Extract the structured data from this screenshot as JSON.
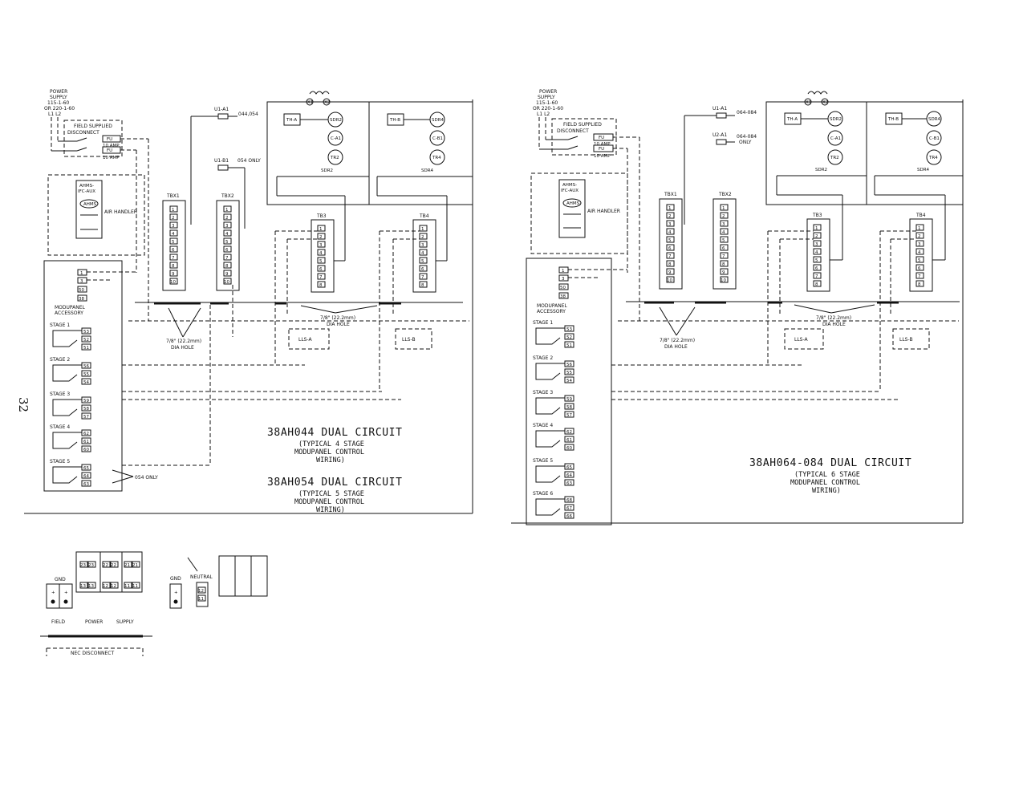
{
  "page_number": "32",
  "left": {
    "power_supply": [
      "POWER",
      "SUPPLY",
      "115-1-60",
      "OR 220-1-60",
      "L1  L2"
    ],
    "field_disconnect": [
      "FIELD SUPPLIED",
      "DISCONNECT"
    ],
    "fuse": "FU",
    "fuse_rating_1": "10 AMP",
    "fuse_rating_2": "10 AMP",
    "ahms": [
      "AHMS-",
      "IFC-AUX"
    ],
    "ahms_coil": "AHMS",
    "air_handler": "AIR HANDLER",
    "relay1": "U1-A1",
    "relay1_note": "044,054",
    "relay2": "U1-B1",
    "relay2_note": "054 ONLY",
    "tbx1": "TBX1",
    "tbx2": "TBX2",
    "tb3": "TB3",
    "tb4": "TB4",
    "terminals": [
      "1",
      "2",
      "3",
      "4",
      "5",
      "6",
      "7",
      "8",
      "9",
      "10"
    ],
    "tb_terminals": [
      "1",
      "2",
      "3",
      "4",
      "5",
      "6",
      "7",
      "8"
    ],
    "trans": [
      "X1",
      "X2"
    ],
    "th_a": "TH-A",
    "th_b": "TH-B",
    "sdr2": "SDR2",
    "sdr4": "SDR4",
    "ca1": "C-A1",
    "cb1": "C-B1",
    "tr2": "TR2",
    "tr4": "TR4",
    "modupanel_terms": [
      "1",
      "3",
      "50",
      "38"
    ],
    "modupanel": [
      "MODUPANEL",
      "ACCESSORY"
    ],
    "stages": [
      {
        "label": "STAGE 1",
        "terms": [
          "53",
          "52",
          "51"
        ]
      },
      {
        "label": "STAGE 2",
        "terms": [
          "56",
          "55",
          "54"
        ]
      },
      {
        "label": "STAGE 3",
        "terms": [
          "59",
          "58",
          "57"
        ]
      },
      {
        "label": "STAGE 4",
        "terms": [
          "62",
          "61",
          "60"
        ]
      },
      {
        "label": "STAGE 5",
        "terms": [
          "65",
          "64",
          "63"
        ]
      }
    ],
    "only_054": "054 ONLY",
    "hole1": [
      "7/8\" (22.2mm)",
      "DIA HOLE"
    ],
    "hole2": [
      "7/8\" (22.2mm)",
      "DIA HOLE"
    ],
    "lls_a": "LLS-A",
    "lls_b": "LLS-B",
    "title1": "38AH044 DUAL CIRCUIT",
    "sub1": [
      "(TYPICAL 4 STAGE",
      "MODUPANEL CONTROL",
      "WIRING)"
    ],
    "title2": "38AH054 DUAL CIRCUIT",
    "sub2": [
      "(TYPICAL 5 STAGE",
      "MODUPANEL CONTROL",
      "WIRING)"
    ]
  },
  "right": {
    "power_supply": [
      "POWER",
      "SUPPLY",
      "115-1-60",
      "OR 220-1-60",
      "L1  L2"
    ],
    "field_disconnect": [
      "FIELD SUPPLIED",
      "DISCONNECT"
    ],
    "fuse": "FU",
    "fuse_rating_1": "10 AMP",
    "fuse_rating_2": "10 AMP",
    "ahms": [
      "AHMS-",
      "IFC-AUX"
    ],
    "ahms_coil": "AHMS",
    "air_handler": "AIR HANDLER",
    "relay1": "U1-A1",
    "relay1_note": "064-084",
    "relay2": "U2-A1",
    "relay2_note": [
      "064-084",
      "ONLY"
    ],
    "tbx1": "TBX1",
    "tbx2": "TBX2",
    "tb3": "TB3",
    "tb4": "TB4",
    "th_a": "TH-A",
    "th_b": "TH-B",
    "sdr2": "SDR2",
    "sdr4": "SDR4",
    "ca1": "C-A1",
    "cb1": "C-B1",
    "tr2": "TR2",
    "tr4": "TR4",
    "modupanel_terms": [
      "1",
      "3",
      "50",
      "38"
    ],
    "modupanel": [
      "MODUPANEL",
      "ACCESSORY"
    ],
    "stages": [
      {
        "label": "STAGE 1",
        "terms": [
          "53",
          "52",
          "51"
        ]
      },
      {
        "label": "STAGE 2",
        "terms": [
          "56",
          "55",
          "54"
        ]
      },
      {
        "label": "STAGE 3",
        "terms": [
          "59",
          "58",
          "57"
        ]
      },
      {
        "label": "STAGE 4",
        "terms": [
          "62",
          "61",
          "60"
        ]
      },
      {
        "label": "STAGE 5",
        "terms": [
          "65",
          "64",
          "63"
        ]
      },
      {
        "label": "STAGE 6",
        "terms": [
          "68",
          "67",
          "66"
        ]
      }
    ],
    "hole": [
      "7/8\" (22.2mm)",
      "DIA HOLE"
    ],
    "hole2": [
      "7/8\" (22.2mm)",
      "DIA HOLE"
    ],
    "lls_a": "LLS-A",
    "lls_b": "LLS-B",
    "title": "38AH064-084 DUAL CIRCUIT",
    "sub": [
      "(TYPICAL 6 STAGE",
      "MODUPANEL CONTROL",
      "WIRING)"
    ]
  },
  "bottom": {
    "gnd1": "GND",
    "gnd2": "GND",
    "neutral": "NEUTRAL",
    "terms_top": [
      "23",
      "23",
      "22",
      "22",
      "21",
      "21"
    ],
    "terms_bot": [
      "13",
      "13",
      "12",
      "12",
      "11",
      "11"
    ],
    "neutral_terms": [
      "12",
      "11"
    ],
    "field": "FIELD",
    "power": "POWER",
    "supply": "SUPPLY",
    "nec": "NEC DISCONNECT"
  }
}
